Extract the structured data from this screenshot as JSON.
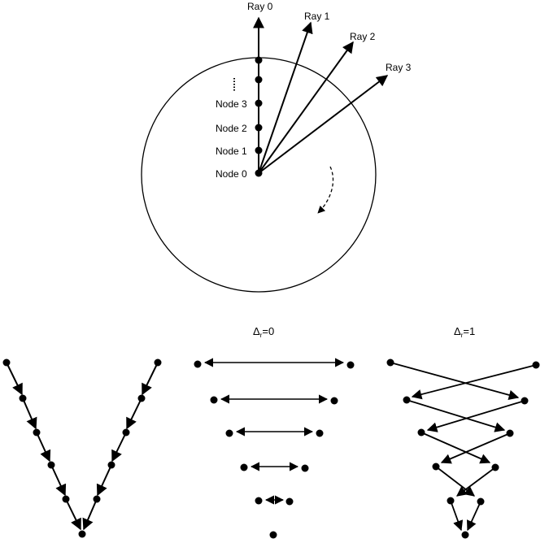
{
  "top": {
    "rays": [
      "Ray 0",
      "Ray 1",
      "Ray 2",
      "Ray 3"
    ],
    "nodes": [
      "Node 0",
      "Node 1",
      "Node 2",
      "Node 3"
    ],
    "ellipsis": "⋮"
  },
  "panels": {
    "left_title": "",
    "middle_title": {
      "prefix": "Δ",
      "sub": "r",
      "suffix": "=0"
    },
    "right_title": {
      "prefix": "Δ",
      "sub": "r",
      "suffix": "=1"
    }
  },
  "colors": {
    "stroke": "#000000",
    "background": "#ffffff"
  }
}
